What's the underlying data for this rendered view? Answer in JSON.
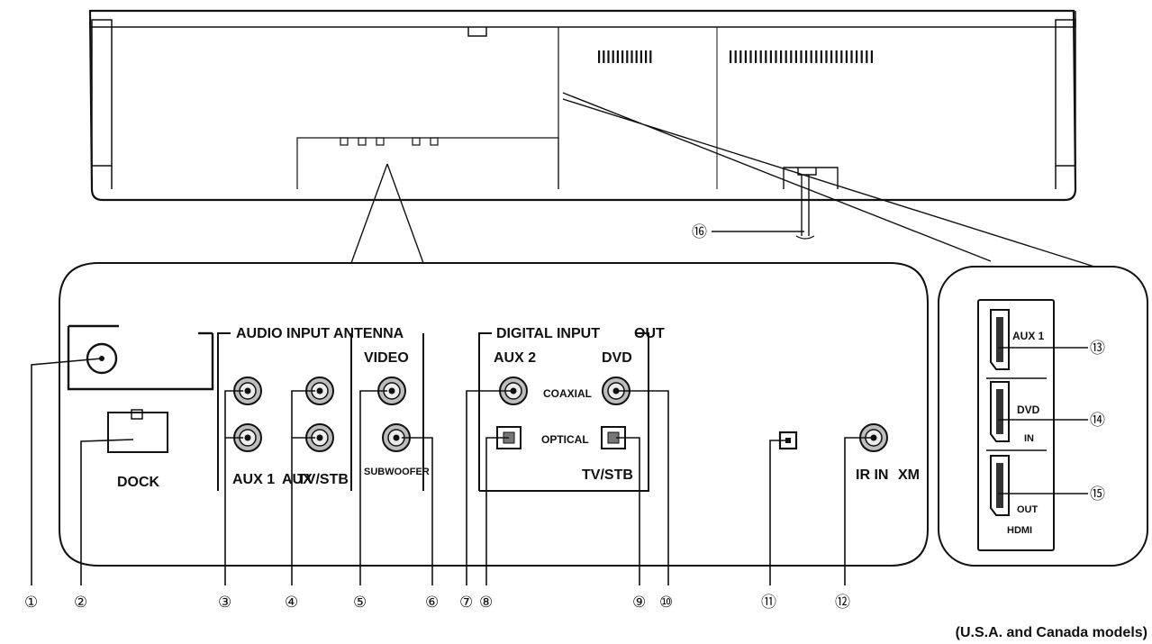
{
  "labels": {
    "audio_input": "AUDIO INPUT",
    "antenna": "ANTENNA",
    "video": "VIDEO",
    "digital_input": "DIGITAL INPUT",
    "out": "OUT",
    "aux2": "AUX 2",
    "dvd": "DVD",
    "coaxial": "COAXIAL",
    "optical": "OPTICAL",
    "tv_stb_digital": "TV/STB",
    "aux1": "AUX 1",
    "aux_label_2": "AUX",
    "tv_stb_audio": "TV/STB",
    "subwoofer": "SUBWOOFER",
    "dock": "DOCK",
    "ir_in": "IR IN",
    "xm": "XM",
    "hdmi_aux1": "AUX 1",
    "hdmi_dvd": "DVD",
    "hdmi_in": "IN",
    "hdmi_out": "OUT",
    "hdmi": "HDMI"
  },
  "callouts": [
    "①",
    "②",
    "③",
    "④",
    "⑤",
    "⑥",
    "⑦",
    "⑧",
    "⑨",
    "⑩",
    "⑪",
    "⑫",
    "⑬",
    "⑭",
    "⑮",
    "⑯"
  ],
  "footer": "(U.S.A. and Canada models)"
}
